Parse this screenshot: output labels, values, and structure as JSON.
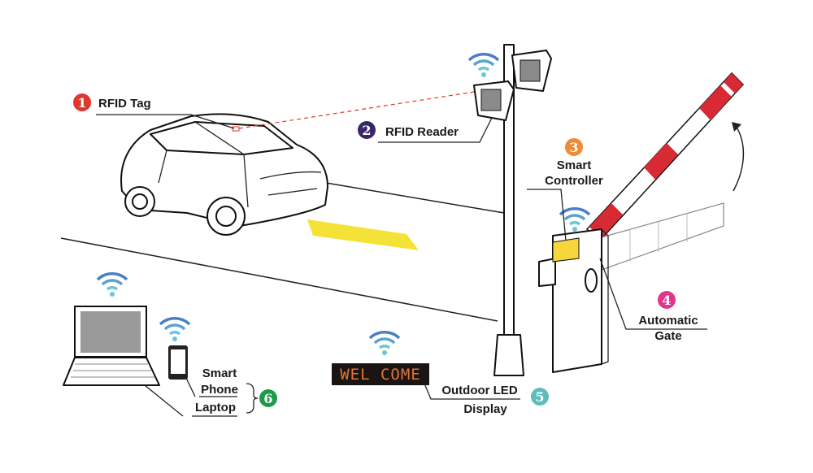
{
  "colors": {
    "tag": "#e0372b",
    "reader": "#3a2769",
    "controller": "#ef8a36",
    "gate": "#e0368a",
    "display": "#5cbdb9",
    "devices": "#1f9a4c",
    "wifi": "#3f7fc4",
    "strip": "#f5e236",
    "boom_red": "#d82a35"
  },
  "components": [
    {
      "number": "1",
      "label": "RFID Tag"
    },
    {
      "number": "2",
      "label": "RFID Reader"
    },
    {
      "number": "3",
      "label_lines": [
        "Smart",
        "Controller"
      ]
    },
    {
      "number": "4",
      "label_lines": [
        "Automatic",
        "Gate"
      ]
    },
    {
      "number": "5",
      "label_lines": [
        "Outdoor LED",
        "Display"
      ]
    },
    {
      "number": "6",
      "label_lines": [
        "Smart",
        "Phone",
        "Laptop"
      ]
    }
  ],
  "led_display_text": "WEL COME"
}
